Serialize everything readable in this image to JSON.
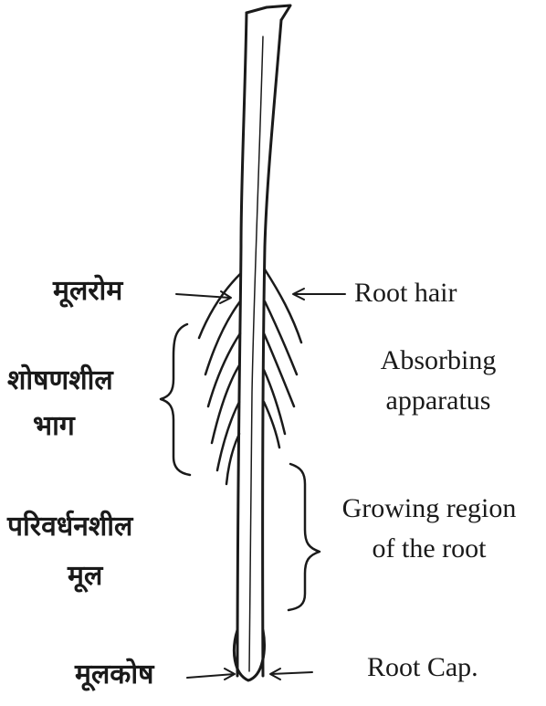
{
  "labels_hindi": {
    "root_hair": "मूलरोम",
    "absorbing_line1": "शोषणशील",
    "absorbing_line2": "भाग",
    "growing_line1": "परिवर्धनशील",
    "growing_line2": "मूल",
    "root_cap": "मूलकोष"
  },
  "labels_english": {
    "root_hair": "Root hair",
    "absorbing_line1": "Absorbing",
    "absorbing_line2": "apparatus",
    "growing_line1": "Growing region",
    "growing_line2": "of the root",
    "root_cap": "Root Cap."
  },
  "colors": {
    "ink": "#1a1a1a",
    "background": "#ffffff"
  }
}
